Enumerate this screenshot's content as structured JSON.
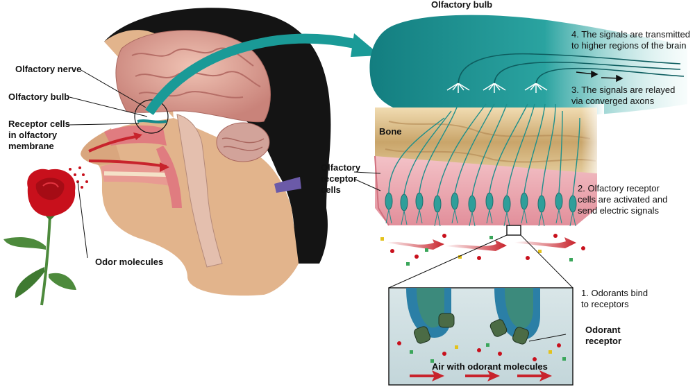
{
  "labels": {
    "olfactory_bulb_top": "Olfactory bulb",
    "olfactory_nerve": "Olfactory nerve",
    "olfactory_bulb_left": "Olfactory bulb",
    "receptor_cells_membrane": "Receptor cells\nin olfactory\nmembrane",
    "bone": "Bone",
    "olfactory_receptor_cells": "Olfactory\nreceptor\ncells",
    "odor_molecules": "Odor molecules",
    "odorant_receptor": "Odorant\nreceptor",
    "air_with_odorant": "Air with odorant molecules"
  },
  "steps": [
    {
      "text": "1. Odorants bind\nto receptors"
    },
    {
      "text": "2. Olfactory receptor\ncells are activated and\nsend electric signals"
    },
    {
      "text": "3. The signals are relayed\nvia converged axons"
    },
    {
      "text": "4. The signals are transmitted\nto higher regions of the brain"
    }
  ],
  "colors": {
    "bulb": "#16898a",
    "bulb_light": "#8fd3cf",
    "bone": "#c9a56a",
    "membrane": "#e8a4ae",
    "skin": "#e2b48c",
    "hair": "#141414",
    "brain": "#d79b92",
    "rose": "#c8101c",
    "leaf": "#4d8a3c",
    "arrow_red": "#c8232c",
    "receptor_cell": "#2f9e9a"
  },
  "icons": [
    "rose-illustration",
    "head-cross-section",
    "curved-arrow"
  ]
}
